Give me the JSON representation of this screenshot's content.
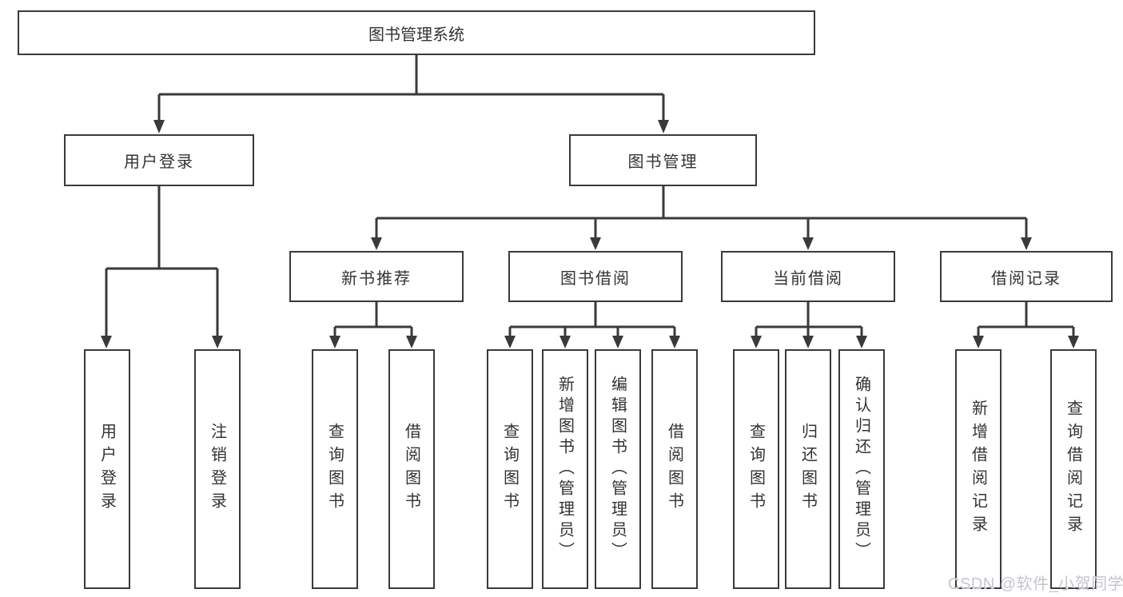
{
  "diagram": {
    "root": {
      "label": "图书管理系统"
    },
    "level2": [
      {
        "id": "user-login",
        "label": "用户登录"
      },
      {
        "id": "book-management",
        "label": "图书管理"
      }
    ],
    "level3": [
      {
        "id": "new-book-recommend",
        "label": "新书推荐"
      },
      {
        "id": "book-borrowing",
        "label": "图书借阅"
      },
      {
        "id": "current-borrowing",
        "label": "当前借阅"
      },
      {
        "id": "borrowing-records",
        "label": "借阅记录"
      }
    ],
    "level4": {
      "user_login": [
        {
          "label": "用户登录"
        },
        {
          "label": "注销登录"
        }
      ],
      "new_book_recommend": [
        {
          "label": "查询图书"
        },
        {
          "label": "借阅图书"
        }
      ],
      "book_borrowing": [
        {
          "label": "查询图书"
        },
        {
          "label": "新增图书（管理员）"
        },
        {
          "label": "编辑图书（管理员）"
        },
        {
          "label": "借阅图书"
        }
      ],
      "current_borrowing": [
        {
          "label": "查询图书"
        },
        {
          "label": "归还图书"
        },
        {
          "label": "确认归还（管理员）"
        }
      ],
      "borrowing_records": [
        {
          "label": "新增借阅记录"
        },
        {
          "label": "查询借阅记录"
        }
      ]
    },
    "colors": {
      "line": "#3a3a3a",
      "box_border": "#3a3a3a",
      "box_background": "#ffffff",
      "text": "#333333",
      "watermark": "#c3c6cc",
      "page_background": "#ffffff"
    },
    "watermark": {
      "text": "CSDN @软件_小贺同学"
    }
  }
}
